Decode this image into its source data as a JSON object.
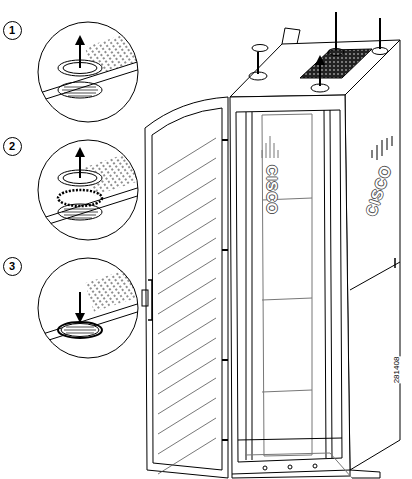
{
  "diagram": {
    "nodes": [
      {
        "text": [
          "1"
        ]
      },
      {
        "text": [
          "2"
        ]
      },
      {
        "text": [
          "3"
        ]
      }
    ],
    "labels": [
      "CISCO",
      "CISCO",
      "281408"
    ]
  }
}
